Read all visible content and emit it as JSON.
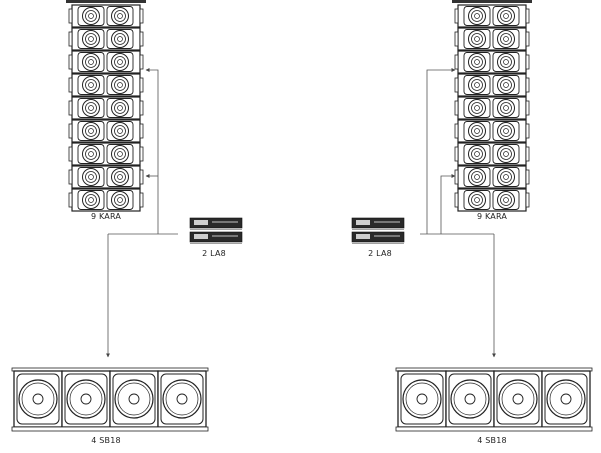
{
  "labels": {
    "left_array": "9 KARA",
    "right_array": "9 KARA",
    "left_amps": "2 LA8",
    "right_amps": "2 LA8",
    "left_subs": "4 SB18",
    "right_subs": "4 SB18"
  },
  "systems": [
    {
      "side": "left",
      "array_cabinets": 9,
      "amplifiers": 2,
      "subwoofers": 4
    },
    {
      "side": "right",
      "array_cabinets": 9,
      "amplifiers": 2,
      "subwoofers": 4
    }
  ],
  "colors": {
    "line": "#555555",
    "outline": "#222222",
    "amp_body": "#2a2a2a"
  }
}
